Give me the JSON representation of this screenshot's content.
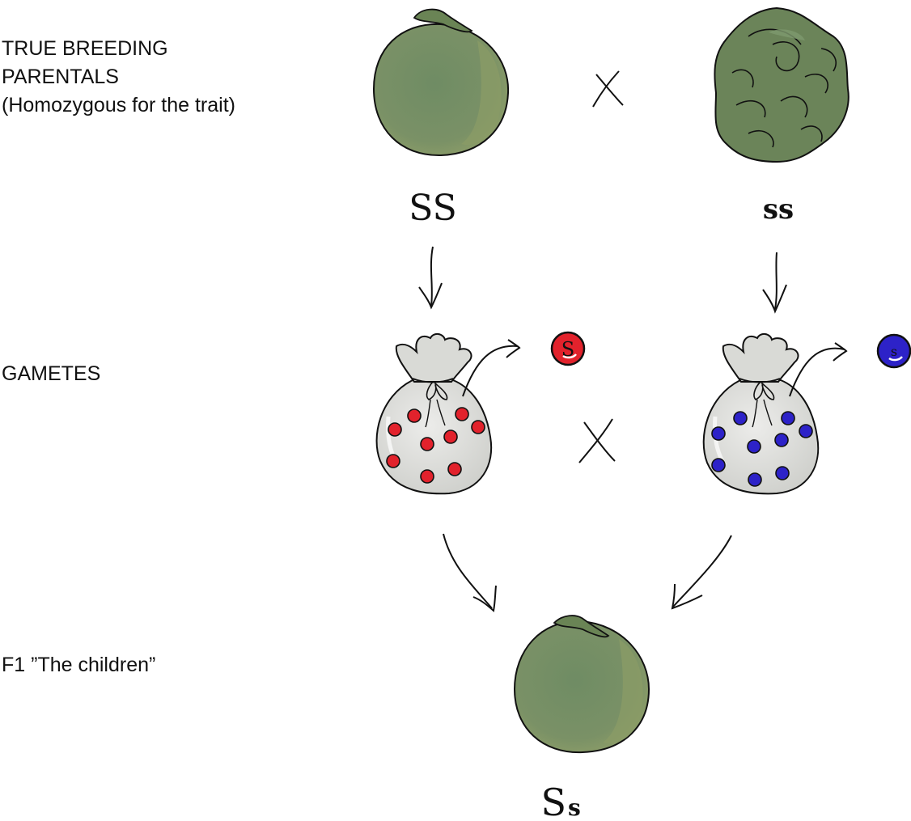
{
  "labels": {
    "parentals_line1": "TRUE BREEDING",
    "parentals_line2": "PARENTALS",
    "parentals_line3": "(Homozygous for the trait)",
    "gametes": "GAMETES",
    "f1": "F1 ”The children”"
  },
  "genotypes": {
    "parent_left": "SS",
    "parent_right": "ss",
    "child_big": "S",
    "child_small": "s"
  },
  "gamete_letters": {
    "left": "S",
    "right": "s"
  },
  "cross_symbol": "X",
  "colors": {
    "pea_fill": "#7a9166",
    "pea_highlight": "#8f9f6a",
    "wrinkled_fill": "#6b8459",
    "bag_fill": "#d9dad6",
    "dominant_gamete": "#e2222c",
    "recessive_gamete": "#2d22c8"
  }
}
